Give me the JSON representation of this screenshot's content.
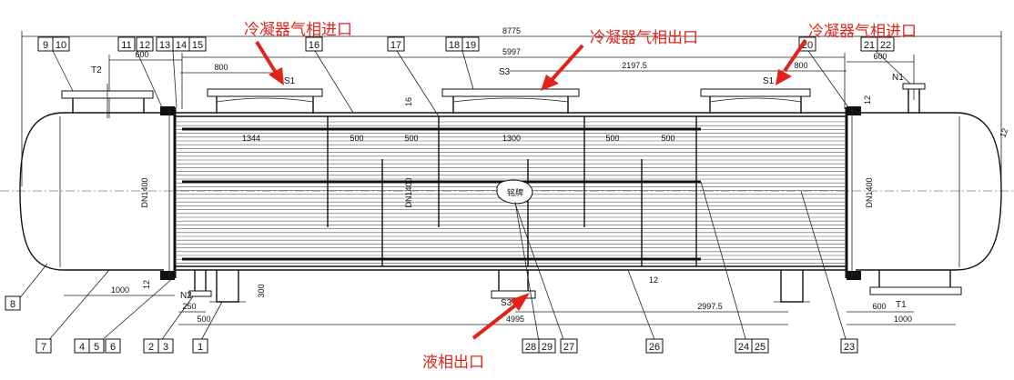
{
  "annotations": {
    "inlet_left": "冷凝器气相进口",
    "outlet_top": "冷凝器气相出口",
    "inlet_right": "冷凝器气相进口",
    "liquid_outlet": "液相出口",
    "nameplate": "铭牌"
  },
  "dimensions": {
    "total_length": "8775",
    "d5997": "5997",
    "d600_tl": "600",
    "d800_l": "800",
    "d2197": "2197.5",
    "d800_r": "800",
    "d600_tr": "600",
    "d16": "16",
    "d12_tr": "12",
    "d1344": "1344",
    "d500_a": "500",
    "d500_b": "500",
    "d1300": "1300",
    "d500_c": "500",
    "d500_d": "500",
    "dn1400_l": "DN1400",
    "dn1400_c": "DN1400",
    "dn1400_r": "DN1400",
    "d12_head": "12",
    "d1000_l": "1000",
    "d12_bl": "12",
    "d250": "250",
    "d500_b2": "500",
    "d300": "300",
    "d12_b": "12",
    "d2997": "2997.5",
    "d4995": "4995",
    "d600_br": "600",
    "d1000_r": "1000"
  },
  "nozzles": {
    "t2": "T2",
    "s1_l": "S1",
    "s3_top": "S3",
    "s1_r": "S1",
    "n1": "N1",
    "n2": "N2",
    "s3_bot": "S3",
    "t1": "T1"
  },
  "parts_top": [
    {
      "id": "p9",
      "label": "9"
    },
    {
      "id": "p10",
      "label": "10"
    },
    {
      "id": "p11",
      "label": "11"
    },
    {
      "id": "p12",
      "label": "12"
    },
    {
      "id": "p13",
      "label": "13"
    },
    {
      "id": "p14",
      "label": "14"
    },
    {
      "id": "p15",
      "label": "15"
    },
    {
      "id": "p16",
      "label": "16"
    },
    {
      "id": "p17",
      "label": "17"
    },
    {
      "id": "p18",
      "label": "18"
    },
    {
      "id": "p19",
      "label": "19"
    },
    {
      "id": "p20",
      "label": "20"
    },
    {
      "id": "p21",
      "label": "21"
    },
    {
      "id": "p22",
      "label": "22"
    }
  ],
  "parts_bottom": [
    {
      "id": "p7",
      "label": "7"
    },
    {
      "id": "p4",
      "label": "4"
    },
    {
      "id": "p5",
      "label": "5"
    },
    {
      "id": "p6",
      "label": "6"
    },
    {
      "id": "p2",
      "label": "2"
    },
    {
      "id": "p3",
      "label": "3"
    },
    {
      "id": "p1",
      "label": "1"
    },
    {
      "id": "p28",
      "label": "28"
    },
    {
      "id": "p29",
      "label": "29"
    },
    {
      "id": "p27",
      "label": "27"
    },
    {
      "id": "p26",
      "label": "26"
    },
    {
      "id": "p24",
      "label": "24"
    },
    {
      "id": "p25",
      "label": "25"
    },
    {
      "id": "p23",
      "label": "23"
    }
  ],
  "parts_side": [
    {
      "id": "p8",
      "label": "8"
    }
  ]
}
